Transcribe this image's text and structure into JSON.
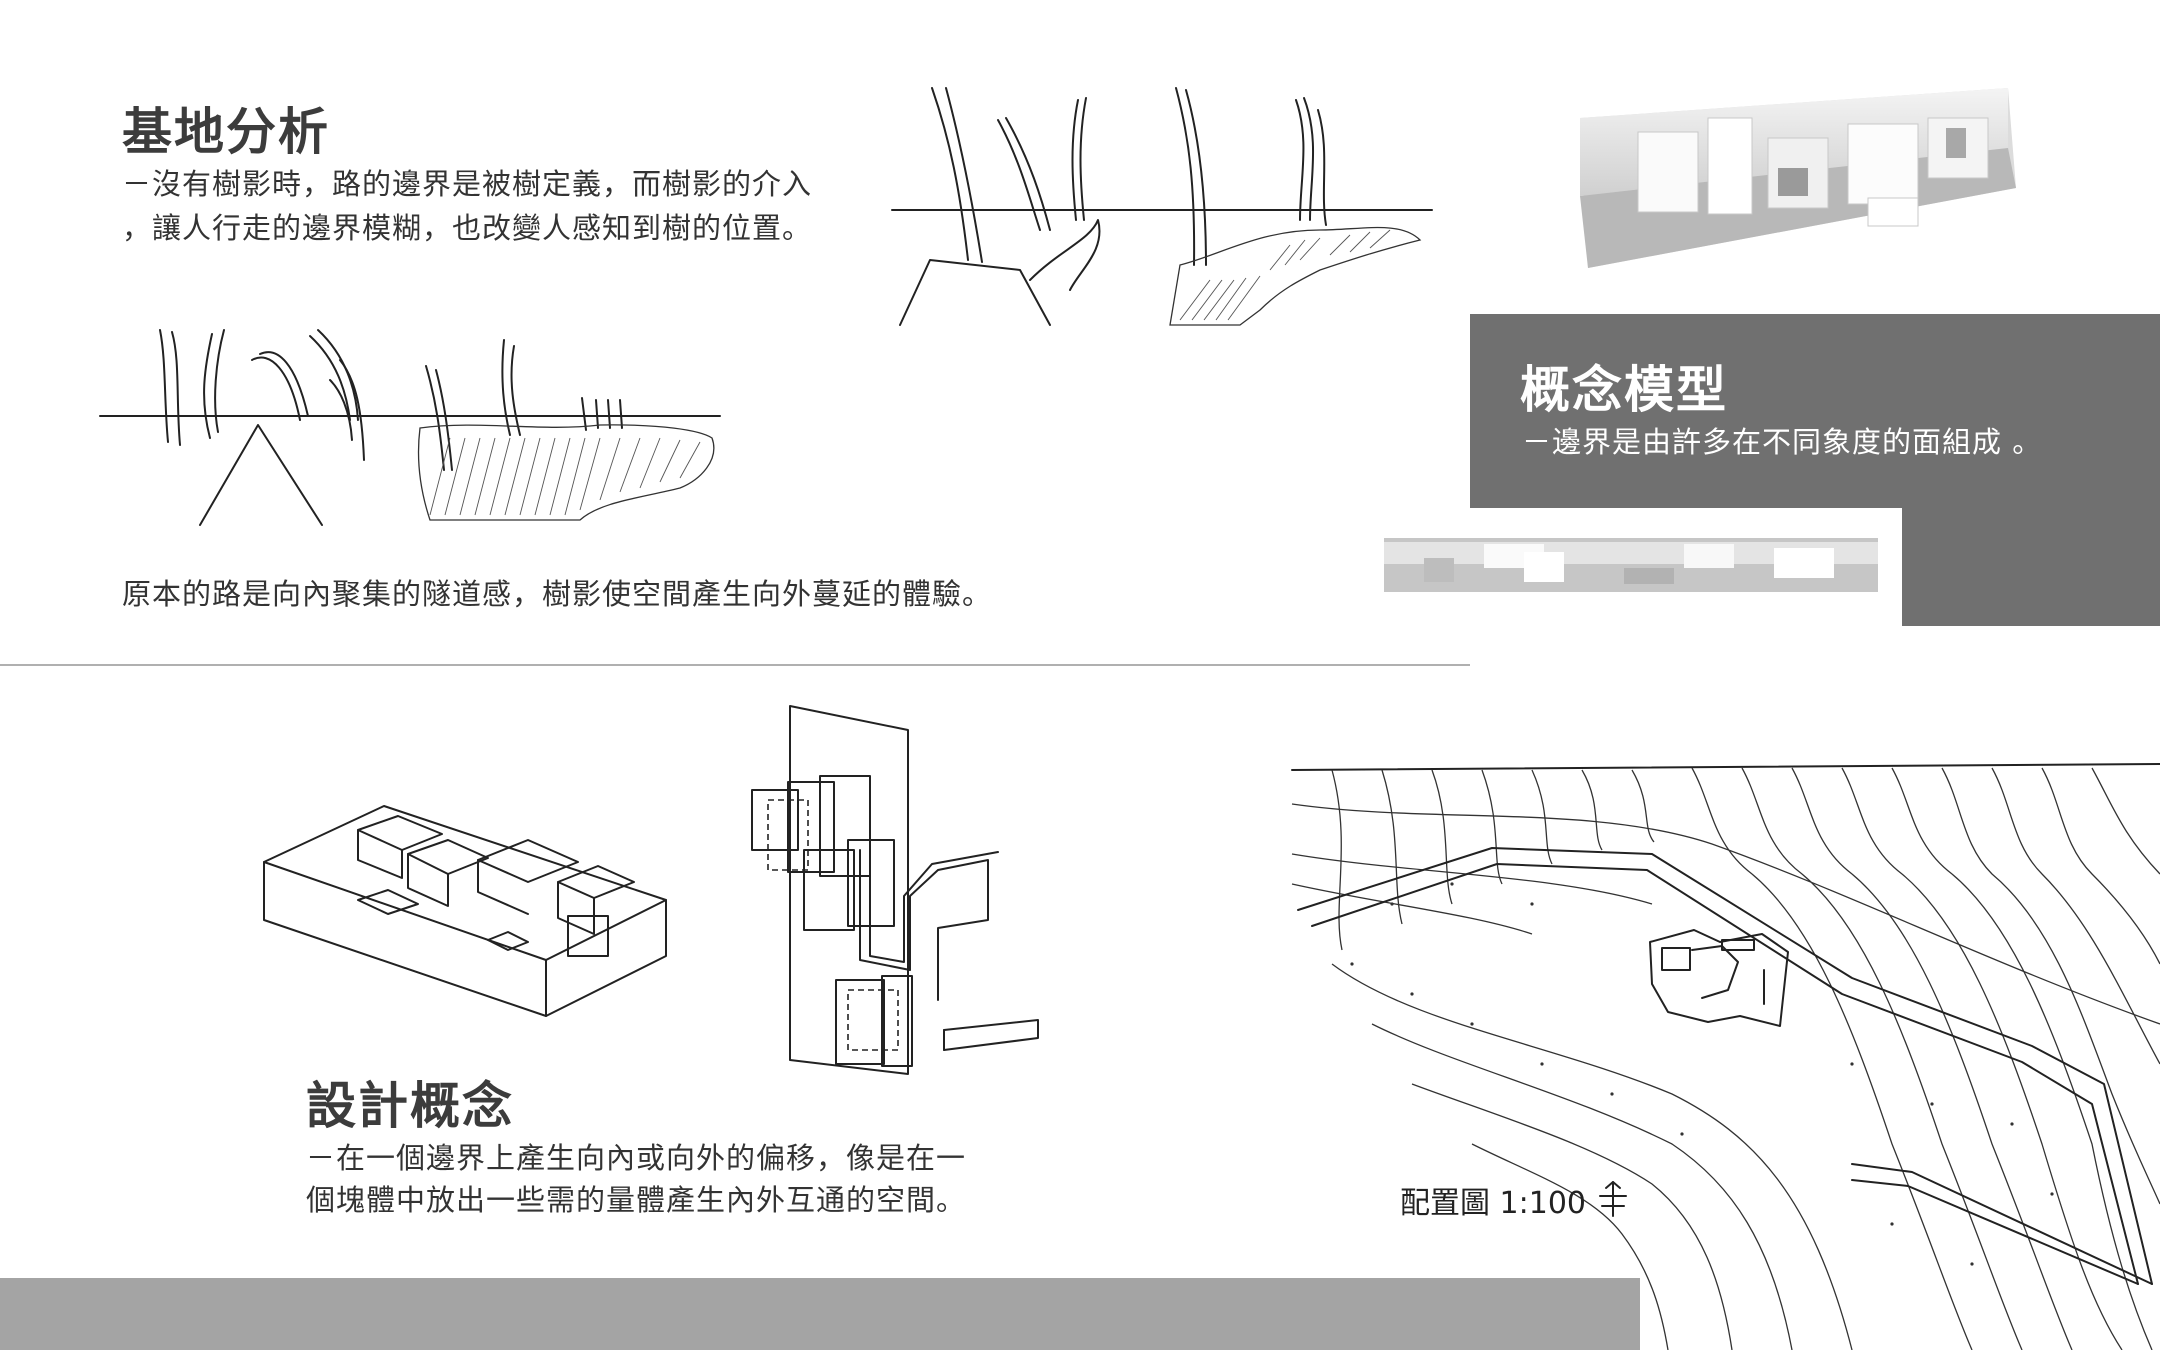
{
  "site_analysis": {
    "title": "基地分析",
    "desc_line1": "－沒有樹影時，路的邊界是被樹定義，而樹影的介入",
    "desc_line2": "，讓人行走的邊界模糊，也改變人感知到樹的位置。",
    "caption": "原本的路是向內聚集的隧道感，樹影使空間產生向外蔓延的體驗。"
  },
  "concept_model": {
    "title": "概念模型",
    "desc": "－邊界是由許多在不同象度的面組成 。"
  },
  "design_concept": {
    "title": "設計概念",
    "desc_line1": "－在一個邊界上產生向內或向外的偏移，像是在一",
    "desc_line2": "個塊體中放出一些需的量體產生內外互通的空間。"
  },
  "site_plan": {
    "label": "配置圖 1:100"
  },
  "colors": {
    "gray_block": "#707070",
    "bottom_bar": "#a4a4a4",
    "divider": "#b0b0b0",
    "text": "#333333"
  }
}
